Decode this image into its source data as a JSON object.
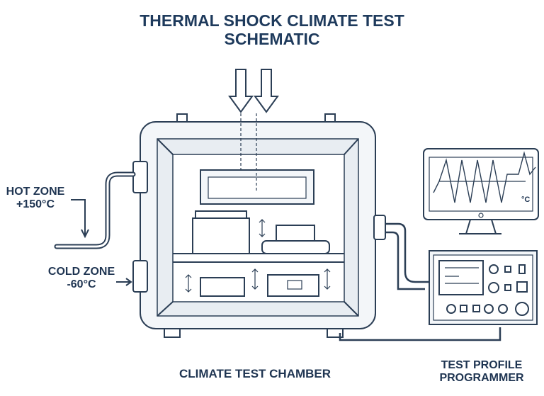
{
  "title": {
    "line1": "THERMAL SHOCK CLIMATE TEST",
    "line2": "SCHEMATIC"
  },
  "hot_zone": {
    "label": "HOT ZONE",
    "temp": "+150°C"
  },
  "cold_zone": {
    "label": "COLD ZONE",
    "temp": "-60°C"
  },
  "chamber_label": "CLIMATE TEST CHAMBER",
  "programmer_label": {
    "line1": "TEST PROFILE",
    "line2": "PROGRAMMER"
  },
  "monitor_unit": "°C",
  "colors": {
    "ink": "#2b3e55",
    "title": "#1e3a5c",
    "fill": "#f3f6f9"
  }
}
